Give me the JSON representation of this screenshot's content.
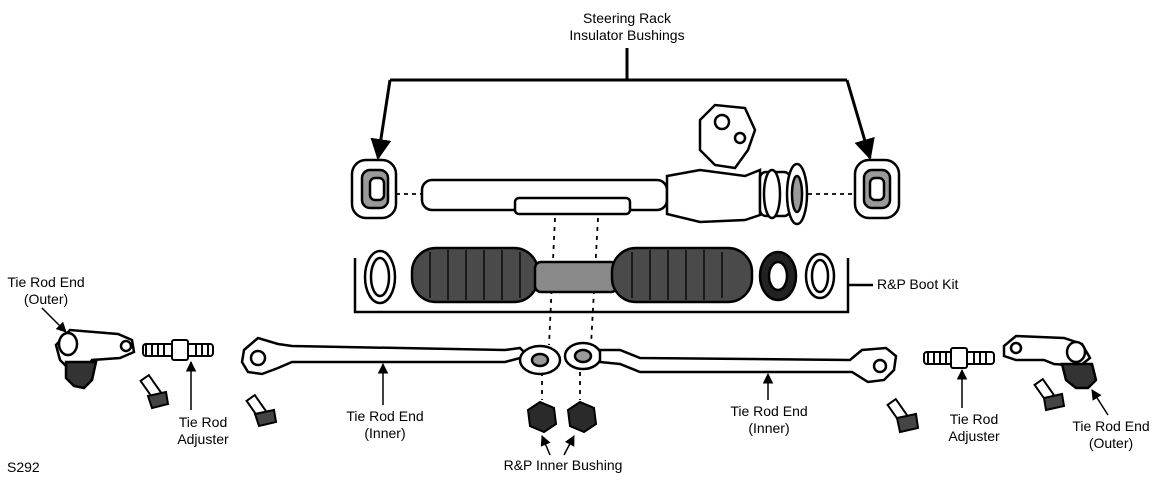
{
  "labels": {
    "steering_rack_line1": "Steering Rack",
    "steering_rack_line2": "Insulator Bushings",
    "boot_kit": "R&P Boot Kit",
    "tie_rod_end_outer_left_line1": "Tie Rod End",
    "tie_rod_end_outer_left_line2": "(Outer)",
    "tie_rod_adjuster_left_line1": "Tie Rod",
    "tie_rod_adjuster_left_line2": "Adjuster",
    "tie_rod_end_inner_left_line1": "Tie Rod End",
    "tie_rod_end_inner_left_line2": "(Inner)",
    "inner_bushing": "R&P Inner Bushing",
    "tie_rod_end_inner_right_line1": "Tie Rod End",
    "tie_rod_end_inner_right_line2": "(Inner)",
    "tie_rod_adjuster_right_line1": "Tie Rod",
    "tie_rod_adjuster_right_line2": "Adjuster",
    "tie_rod_end_outer_right_line1": "Tie Rod End",
    "tie_rod_end_outer_right_line2": "(Outer)",
    "figure_code": "S292"
  },
  "colors": {
    "ink": "#000000",
    "boot_fill": "#4a4a4a",
    "part_fill": "#ffffff",
    "shade": "#9a9a9a"
  }
}
